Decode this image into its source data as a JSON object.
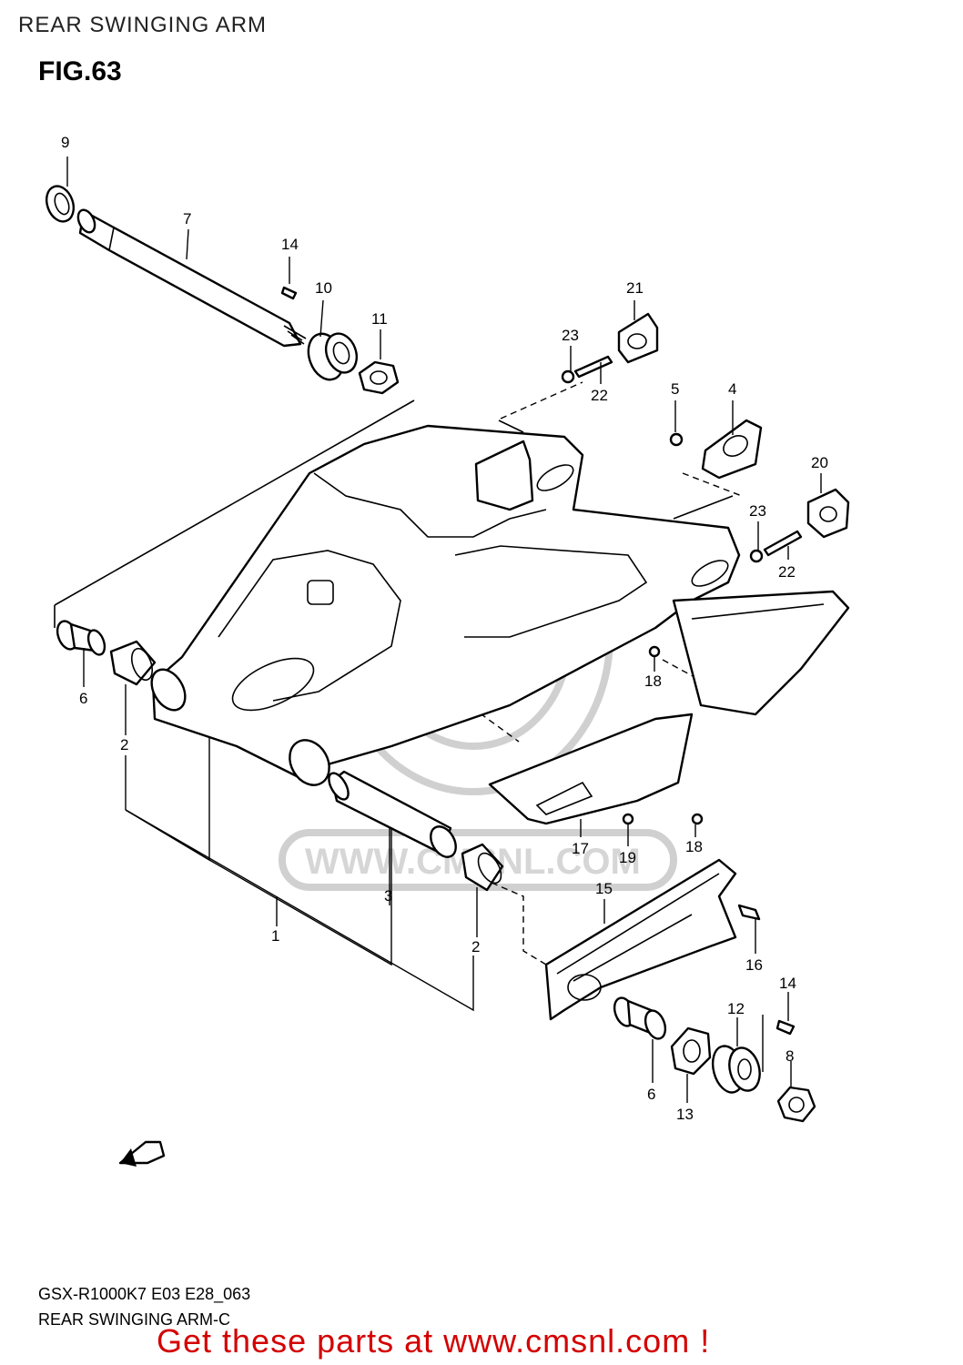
{
  "header": {
    "title": "REAR SWINGING ARM"
  },
  "figure": {
    "label": "FIG.63"
  },
  "footer": {
    "code": "GSX-R1000K7 E03 E28_063",
    "subtitle": "REAR SWINGING ARM-C",
    "promo": "Get these parts at www.cmsnl.com !"
  },
  "watermark": {
    "text": "WWW.CMSNL.COM"
  },
  "fwd_arrow": {
    "label": "FWD"
  },
  "callouts": [
    "9",
    "7",
    "14",
    "10",
    "11",
    "21",
    "23",
    "22",
    "5",
    "4",
    "20",
    "23",
    "22",
    "6",
    "2",
    "18",
    "17",
    "19",
    "18",
    "3",
    "1",
    "2",
    "15",
    "16",
    "14",
    "12",
    "8",
    "6",
    "13"
  ]
}
